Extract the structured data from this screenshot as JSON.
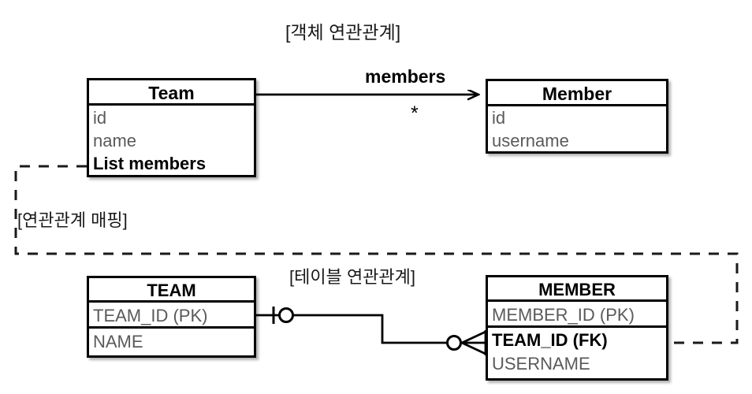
{
  "diagram": {
    "title_object": "[객체 연관관계]",
    "title_mapping": "[연관관계 매핑]",
    "title_table": "[테이블 연관관계]",
    "colors": {
      "line": "#000000",
      "attribute_text": "#5a5a5a",
      "emphasis_text": "#000000",
      "background": "#ffffff"
    }
  },
  "object_model": {
    "classes": [
      {
        "name": "Team",
        "attributes": [
          {
            "text": "id",
            "emphasis": false
          },
          {
            "text": "name",
            "emphasis": false
          },
          {
            "text": "List members",
            "emphasis": true
          }
        ]
      },
      {
        "name": "Member",
        "attributes": [
          {
            "text": "id",
            "emphasis": false
          },
          {
            "text": "username",
            "emphasis": false
          }
        ]
      }
    ],
    "association": {
      "label": "members",
      "multiplicity": "*",
      "from": "Team",
      "to": "Member",
      "arrow": "open-arrowhead"
    }
  },
  "table_model": {
    "tables": [
      {
        "name": "TEAM",
        "columns": [
          {
            "text": "TEAM_ID (PK)",
            "emphasis": false
          },
          {
            "text": "NAME",
            "emphasis": false
          }
        ]
      },
      {
        "name": "MEMBER",
        "columns": [
          {
            "text": "MEMBER_ID (PK)",
            "emphasis": false
          },
          {
            "text": "TEAM_ID (FK)",
            "emphasis": true
          },
          {
            "text": "USERNAME",
            "emphasis": false
          }
        ]
      }
    ],
    "relationship": {
      "from": "TEAM.TEAM_ID (PK)",
      "to": "MEMBER.TEAM_ID (FK)",
      "from_cardinality": "one-and-only-one",
      "to_cardinality": "zero-or-many-crows-foot"
    }
  },
  "mapping_link": {
    "style": "dashed",
    "from": "Team.List members",
    "to": "MEMBER.TEAM_ID (FK)",
    "arrow": "solid-arrowhead"
  }
}
